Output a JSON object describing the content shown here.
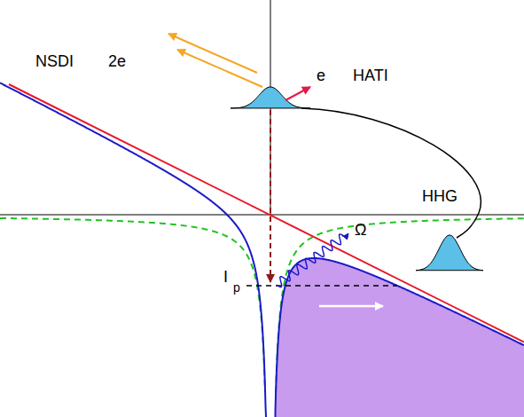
{
  "diagram": {
    "labels": [
      "NSDI",
      "2e",
      "e",
      "HATI",
      "HHG",
      "Ω",
      "I",
      "p"
    ]
  }
}
